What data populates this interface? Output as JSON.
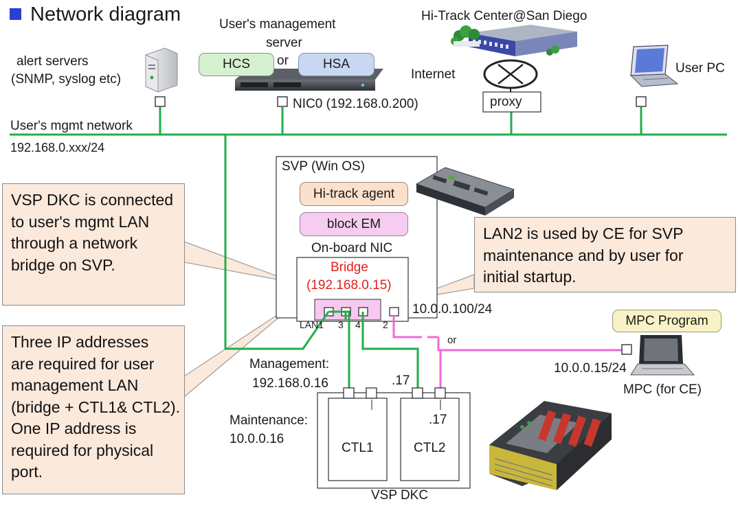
{
  "title": "Network diagram",
  "colors": {
    "network_line": "#1fae4a",
    "maintenance_line": "#ee6ad8",
    "callout_fill": "#fbe9dc",
    "bridge_text": "#e0201a",
    "title_square": "#2a3fd4"
  },
  "nodes": {
    "alert_servers": "alert servers",
    "alert_servers_sub": "(SNMP, syslog etc)",
    "mgmt_server_line1": "User's management",
    "mgmt_server_line2": "server",
    "hcs": "HCS",
    "or_top": "or",
    "hsa": "HSA",
    "nic0": "NIC0 (192.168.0.200)",
    "hitrack_center": "Hi-Track Center@San Diego",
    "internet": "Internet",
    "proxy": "proxy",
    "user_pc": "User PC",
    "mgmt_network": "User's mgmt network",
    "mgmt_subnet": "192.168.0.xxx/24"
  },
  "svp": {
    "title": "SVP (Win OS)",
    "hitrack_agent": "Hi-track agent",
    "block_em": "block EM",
    "onboard_nic": "On-board NIC",
    "bridge": "Bridge",
    "bridge_ip": "(192.168.0.15)",
    "port_lan1": "LAN1",
    "port_3": "3",
    "port_4": "4",
    "port_2": "2",
    "lan2_ip": "10.0.0.100/24"
  },
  "mpc": {
    "program": "MPC Program",
    "or": "or",
    "ip": "10.0.0.15/24",
    "label": "MPC (for CE)"
  },
  "dkc": {
    "management_label": "Management:",
    "management_ip": "192.168.0.16",
    "ctl2_mgmt": ".17",
    "ctl2_maint": ".17",
    "maintenance_label": "Maintenance:",
    "maintenance_ip": "10.0.0.16",
    "ctl1": "CTL1",
    "ctl2": "CTL2",
    "label": "VSP DKC"
  },
  "callouts": {
    "bridge_note": "VSP DKC is connected\nto user's mgmt LAN\nthrough a network\nbridge on SVP.",
    "lan2_note": "LAN2 is used by CE for SVP\nmaintenance and by user for\ninitial startup.",
    "ip_note": "Three IP addresses\nare required for user\nmanagement LAN\n(bridge + CTL1& CTL2).\nOne IP address is\nrequired for physical\nport."
  }
}
